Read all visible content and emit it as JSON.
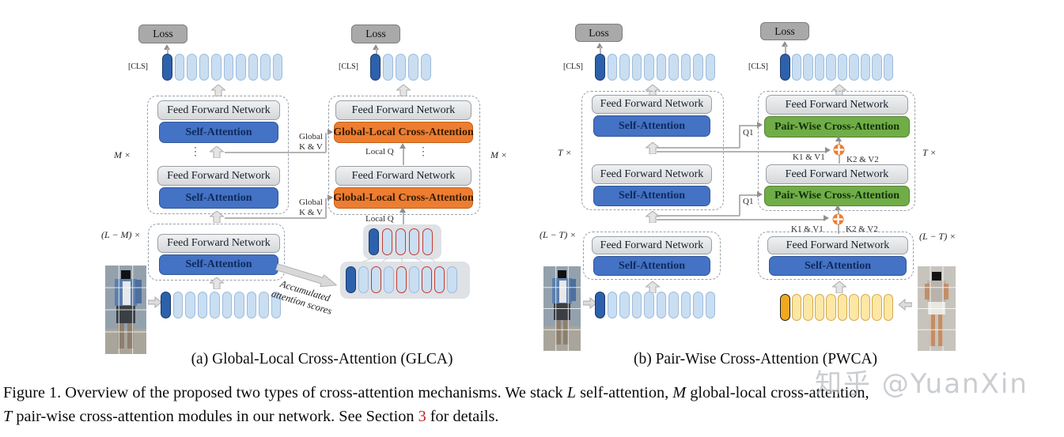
{
  "shared": {
    "loss_label": "Loss",
    "cls_label": "[CLS]",
    "ffn_label": "Feed Forward Network",
    "self_attention_label": "Self-Attention"
  },
  "panel_a": {
    "caption": "(a) Global-Local Cross-Attention (GLCA)",
    "glca_label": "Global-Local Cross-Attention",
    "m_times": "M ×",
    "lm_times": "(L − M) ×",
    "global_label": "Global",
    "kv_label": "K & V",
    "local_q": "Local Q",
    "dots": "⋮",
    "accumulated_line1": "Accumulated",
    "accumulated_line2": "attention scores"
  },
  "panel_b": {
    "caption": "(b) Pair-Wise Cross-Attention (PWCA)",
    "pwca_label": "Pair-Wise Cross-Attention",
    "t_times": "T ×",
    "lt_times": "(L − T) ×",
    "q1": "Q1",
    "k1v1": "K1 & V1",
    "k2v2": "K2 & V2"
  },
  "token_rows": {
    "a_top_left": {
      "count": 10,
      "palette": "blue"
    },
    "a_top_right": {
      "count": 5,
      "palette": "blue"
    },
    "a_input": {
      "count": 10,
      "palette": "blue"
    },
    "a_local_small": {
      "count": 5,
      "palette": "blue",
      "red_outline": [
        1,
        2,
        3,
        4
      ]
    },
    "a_local_large": {
      "count": 9,
      "palette": "blue",
      "red_outline": [
        2,
        4,
        6,
        7
      ]
    },
    "b_top_left": {
      "count": 10,
      "palette": "blue"
    },
    "b_top_right": {
      "count": 10,
      "palette": "blue"
    },
    "b_input_left": {
      "count": 10,
      "palette": "blue"
    },
    "b_input_right": {
      "count": 10,
      "palette": "yellow"
    }
  },
  "figure_caption": {
    "line1": [
      {
        "text": "Figure 1. Overview of the proposed two types of cross-attention mechanisms. We stack "
      },
      {
        "text": "L"
      },
      {
        "text": " self-attention, "
      },
      {
        "text": "M"
      },
      {
        "text": " global-local cross-attention,"
      }
    ],
    "line2": [
      {
        "text": "T"
      },
      {
        "text": " pair-wise cross-attention modules in our network. See Section "
      },
      {
        "text": "3"
      },
      {
        "text": " for details."
      }
    ]
  },
  "watermark": "知乎 @YuanXin",
  "colors": {
    "self_attention": "#4472c4",
    "glca_orange": "#ed7d31",
    "pwca_green": "#70ad47",
    "ffn_gray": "#d9d9d9",
    "loss_gray": "#a9a9a9",
    "cls_token_blue": "#2d61ab",
    "token_blue": "#cadef2",
    "cls_token_yellow": "#f0a81f",
    "token_yellow": "#fde7a4",
    "red_outline": "#c13b33",
    "section_ref_red": "#c62525"
  }
}
